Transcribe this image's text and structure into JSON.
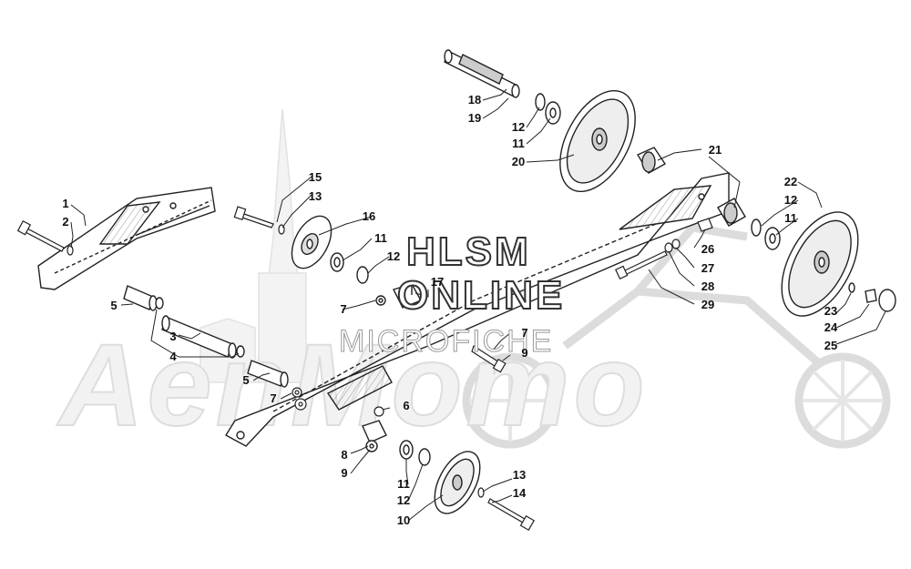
{
  "watermark": {
    "brand": "AenMomo",
    "line1": "HLSM",
    "line2": "ONLINE",
    "line3": "MICROFICHE"
  },
  "callouts": [
    {
      "id": "c1",
      "text": "1"
    },
    {
      "id": "c2",
      "text": "2"
    },
    {
      "id": "c3",
      "text": "3"
    },
    {
      "id": "c4",
      "text": "4"
    },
    {
      "id": "c5a",
      "text": "5"
    },
    {
      "id": "c5b",
      "text": "5"
    },
    {
      "id": "c6",
      "text": "6"
    },
    {
      "id": "c7a",
      "text": "7"
    },
    {
      "id": "c7b",
      "text": "7"
    },
    {
      "id": "c7c",
      "text": "7"
    },
    {
      "id": "c8",
      "text": "8"
    },
    {
      "id": "c9a",
      "text": "9"
    },
    {
      "id": "c9b",
      "text": "9"
    },
    {
      "id": "c10",
      "text": "10"
    },
    {
      "id": "c11a",
      "text": "11"
    },
    {
      "id": "c11b",
      "text": "11"
    },
    {
      "id": "c11c",
      "text": "11"
    },
    {
      "id": "c11d",
      "text": "11"
    },
    {
      "id": "c12a",
      "text": "12"
    },
    {
      "id": "c12b",
      "text": "12"
    },
    {
      "id": "c12c",
      "text": "12"
    },
    {
      "id": "c12d",
      "text": "12"
    },
    {
      "id": "c13a",
      "text": "13"
    },
    {
      "id": "c13b",
      "text": "13"
    },
    {
      "id": "c14",
      "text": "14"
    },
    {
      "id": "c15",
      "text": "15"
    },
    {
      "id": "c16",
      "text": "16"
    },
    {
      "id": "c17",
      "text": "17"
    },
    {
      "id": "c18",
      "text": "18"
    },
    {
      "id": "c19",
      "text": "19"
    },
    {
      "id": "c20",
      "text": "20"
    },
    {
      "id": "c21",
      "text": "21"
    },
    {
      "id": "c22",
      "text": "22"
    },
    {
      "id": "c23",
      "text": "23"
    },
    {
      "id": "c24",
      "text": "24"
    },
    {
      "id": "c25",
      "text": "25"
    },
    {
      "id": "c26",
      "text": "26"
    },
    {
      "id": "c27",
      "text": "27"
    },
    {
      "id": "c28",
      "text": "28"
    },
    {
      "id": "c29",
      "text": "29"
    }
  ]
}
